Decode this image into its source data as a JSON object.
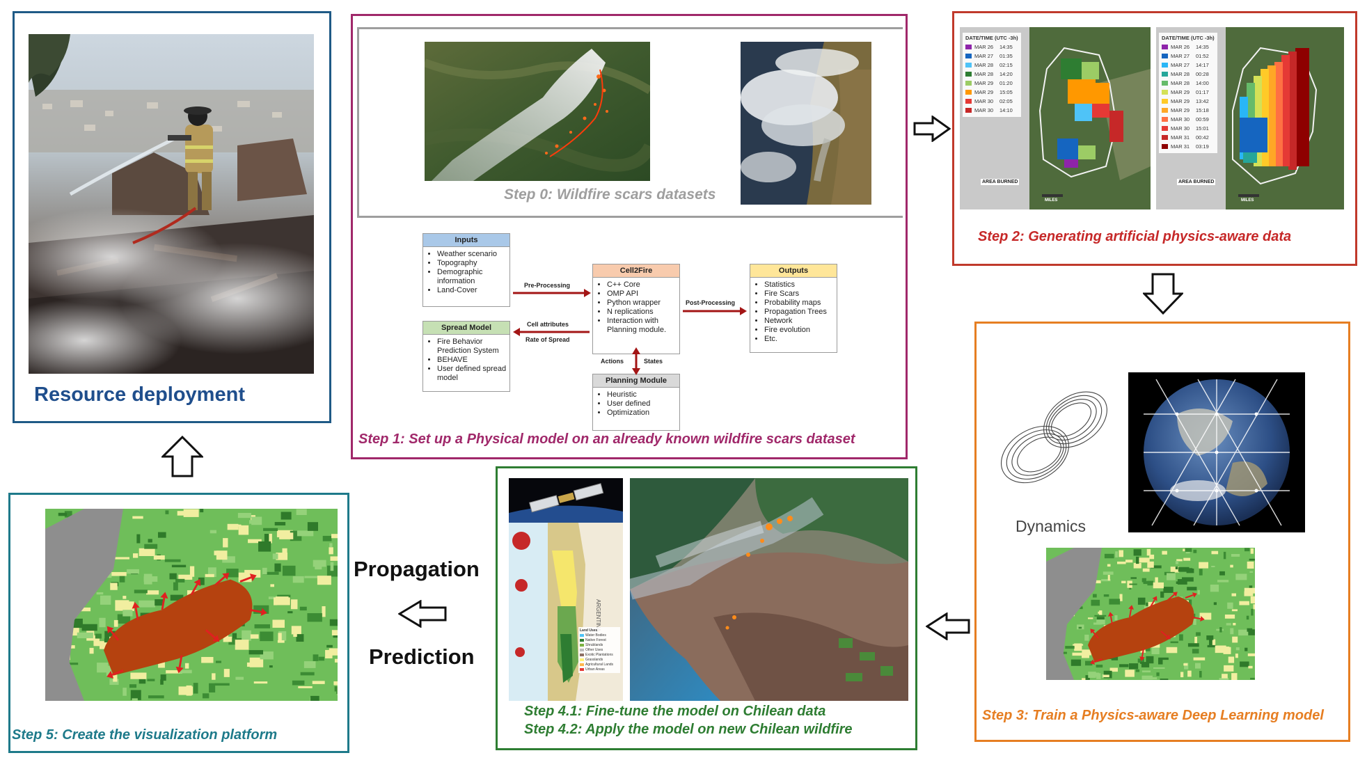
{
  "captions": {
    "resource": "Resource deployment",
    "step0": "Step 0: Wildfire scars datasets",
    "step1": "Step 1: Set up a Physical model on an already known wildfire scars dataset",
    "step2": "Step 2: Generating artificial physics-aware data",
    "step3": "Step 3: Train a Physics-aware Deep Learning model",
    "step41": "Step 4.1: Fine-tune the model on Chilean data",
    "step42": "Step 4.2: Apply the model on new Chilean wildfire",
    "step5": "Step 5: Create the visualization platform",
    "propagation": "Propagation",
    "prediction": "Prediction",
    "dynamics": "Dynamics"
  },
  "colors": {
    "resource_border": "#1f5a86",
    "resource_text": "#1f4e8c",
    "step1_border": "#a0286a",
    "step1_text": "#a0286a",
    "step0_text": "#9e9e9e",
    "step2_border": "#c0392b",
    "step2_text": "#c62828",
    "step3_border": "#e67e22",
    "step3_text": "#e67e22",
    "step4_border": "#2e7d32",
    "step4_text": "#2e7d32",
    "step5_border": "#1e7a8a",
    "step5_text": "#1e7a8a",
    "flow_arrow": "#a31515"
  },
  "flowchart": {
    "inputs": {
      "title": "Inputs",
      "color": "#a9c8e8",
      "items": [
        "Weather scenario",
        "Topography",
        "Demographic information",
        "Land-Cover"
      ]
    },
    "spread": {
      "title": "Spread Model",
      "color": "#c6e0b4",
      "items": [
        "Fire Behavior Prediction System",
        "BEHAVE",
        "User defined spread model"
      ]
    },
    "cell2fire": {
      "title": "Cell2Fire",
      "color": "#f8cbad",
      "items": [
        "C++ Core",
        "OMP API",
        "Python wrapper",
        "N replications",
        "Interaction with Planning module."
      ]
    },
    "planning": {
      "title": "Planning Module",
      "color": "#d9d9d9",
      "items": [
        "Heuristic",
        "User defined",
        "Optimization"
      ]
    },
    "outputs": {
      "title": "Outputs",
      "color": "#ffe699",
      "items": [
        "Statistics",
        "Fire Scars",
        "Probability maps",
        "Propagation Trees",
        "Network",
        "Fire evolution",
        "Etc."
      ]
    },
    "labels": {
      "preprocessing": "Pre-Processing",
      "cell_attributes": "Cell attributes",
      "rate_of_spread": "Rate of Spread",
      "postprocessing": "Post-Processing",
      "actions": "Actions",
      "states": "States"
    }
  },
  "maps": {
    "left": {
      "header": "DATE/TIME (UTC -3h)",
      "area_label": "AREA BURNED",
      "scale": "MILES",
      "rows": [
        {
          "date": "MAR 26",
          "time": "14:35",
          "color": "#8e24aa"
        },
        {
          "date": "MAR 27",
          "time": "01:35",
          "color": "#1565c0"
        },
        {
          "date": "MAR 28",
          "time": "02:15",
          "color": "#4fc3f7"
        },
        {
          "date": "MAR 28",
          "time": "14:20",
          "color": "#2e7d32"
        },
        {
          "date": "MAR 29",
          "time": "01:20",
          "color": "#9ccc65"
        },
        {
          "date": "MAR 29",
          "time": "15:05",
          "color": "#ff9800"
        },
        {
          "date": "MAR 30",
          "time": "02:05",
          "color": "#e53935"
        },
        {
          "date": "MAR 30",
          "time": "14:10",
          "color": "#c62828"
        }
      ]
    },
    "right": {
      "header": "DATE/TIME (UTC -3h)",
      "area_label": "AREA BURNED",
      "scale": "MILES",
      "rows": [
        {
          "date": "MAR 26",
          "time": "14:35",
          "color": "#8e24aa"
        },
        {
          "date": "MAR 27",
          "time": "01:52",
          "color": "#1565c0"
        },
        {
          "date": "MAR 27",
          "time": "14:17",
          "color": "#29b6f6"
        },
        {
          "date": "MAR 28",
          "time": "00:28",
          "color": "#26a69a"
        },
        {
          "date": "MAR 28",
          "time": "14:00",
          "color": "#66bb6a"
        },
        {
          "date": "MAR 29",
          "time": "01:17",
          "color": "#d4e157"
        },
        {
          "date": "MAR 29",
          "time": "13:42",
          "color": "#ffca28"
        },
        {
          "date": "MAR 29",
          "time": "15:18",
          "color": "#ffa726"
        },
        {
          "date": "MAR 30",
          "time": "00:59",
          "color": "#ff7043"
        },
        {
          "date": "MAR 30",
          "time": "15:01",
          "color": "#e53935"
        },
        {
          "date": "MAR 31",
          "time": "00:42",
          "color": "#c62828"
        },
        {
          "date": "MAR 31",
          "time": "03:19",
          "color": "#8e0000"
        }
      ]
    }
  },
  "chile_map": {
    "country": "ARGENTINA",
    "legend_title": "Land Uses",
    "legend": [
      {
        "label": "Water Bodies",
        "color": "#4fc3f7"
      },
      {
        "label": "Native Forest",
        "color": "#2e7d32"
      },
      {
        "label": "Shrublands",
        "color": "#7cb342"
      },
      {
        "label": "Other Uses",
        "color": "#bdbdbd"
      },
      {
        "label": "Exotic Plantations",
        "color": "#8d6e63"
      },
      {
        "label": "Grasslands",
        "color": "#fff176"
      },
      {
        "label": "Agricultural Lands",
        "color": "#ffb74d"
      },
      {
        "label": "Urban Areas",
        "color": "#e53935"
      }
    ]
  }
}
